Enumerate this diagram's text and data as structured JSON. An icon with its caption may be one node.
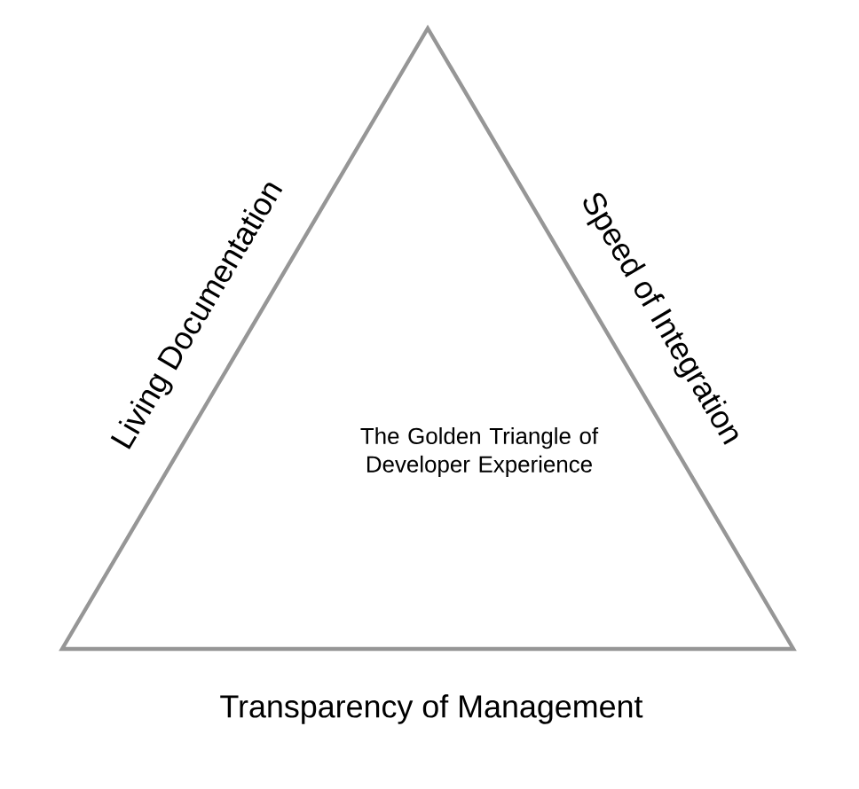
{
  "diagram": {
    "nodes": [
      {
        "text": [
          "The Golden Triangle of Developer Experience"
        ]
      }
    ],
    "labels": [
      "Living Documentation",
      "Speed of Integration",
      "Transparency of Management"
    ]
  }
}
